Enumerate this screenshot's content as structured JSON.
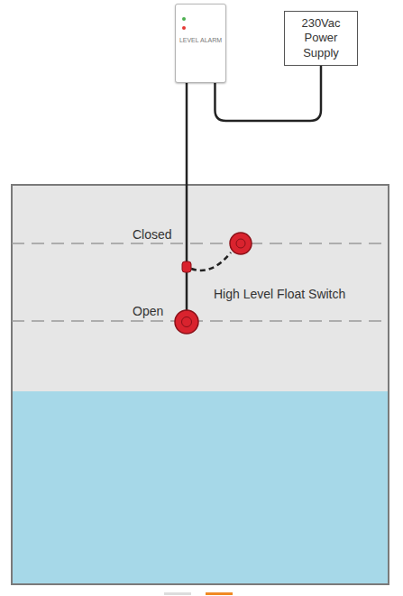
{
  "diagram": {
    "nodes": [
      {
        "text": [
          "LEVEL ALARM"
        ]
      },
      {
        "text": [
          "230Vac Power Supply"
        ]
      }
    ],
    "edges": [
      {
        "from": 0,
        "to": 1,
        "arrow": "none"
      }
    ],
    "labels": [
      "Closed",
      "Open",
      "High Level Float Switch"
    ]
  }
}
